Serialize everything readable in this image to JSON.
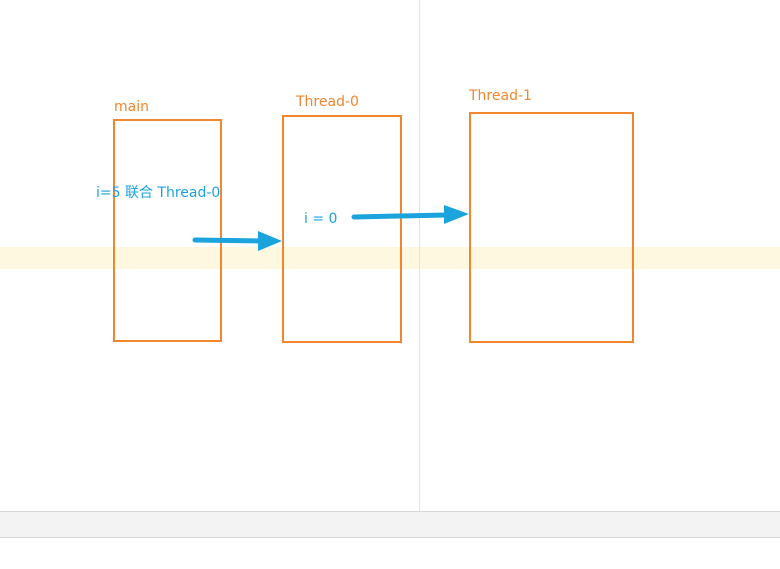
{
  "diagram": {
    "boxes": [
      {
        "id": "main",
        "label": "main"
      },
      {
        "id": "thread0",
        "label": "Thread-0"
      },
      {
        "id": "thread1",
        "label": "Thread-1"
      }
    ],
    "notes": {
      "main_note": "i=5  联合 Thread-0",
      "thread0_note": "i = 0"
    },
    "colors": {
      "box_border": "#f0862e",
      "box_label": "#f0862e",
      "note_text": "#1aa3dd",
      "arrow": "#1aa3dd",
      "highlight_band": "#fff8e1"
    }
  }
}
